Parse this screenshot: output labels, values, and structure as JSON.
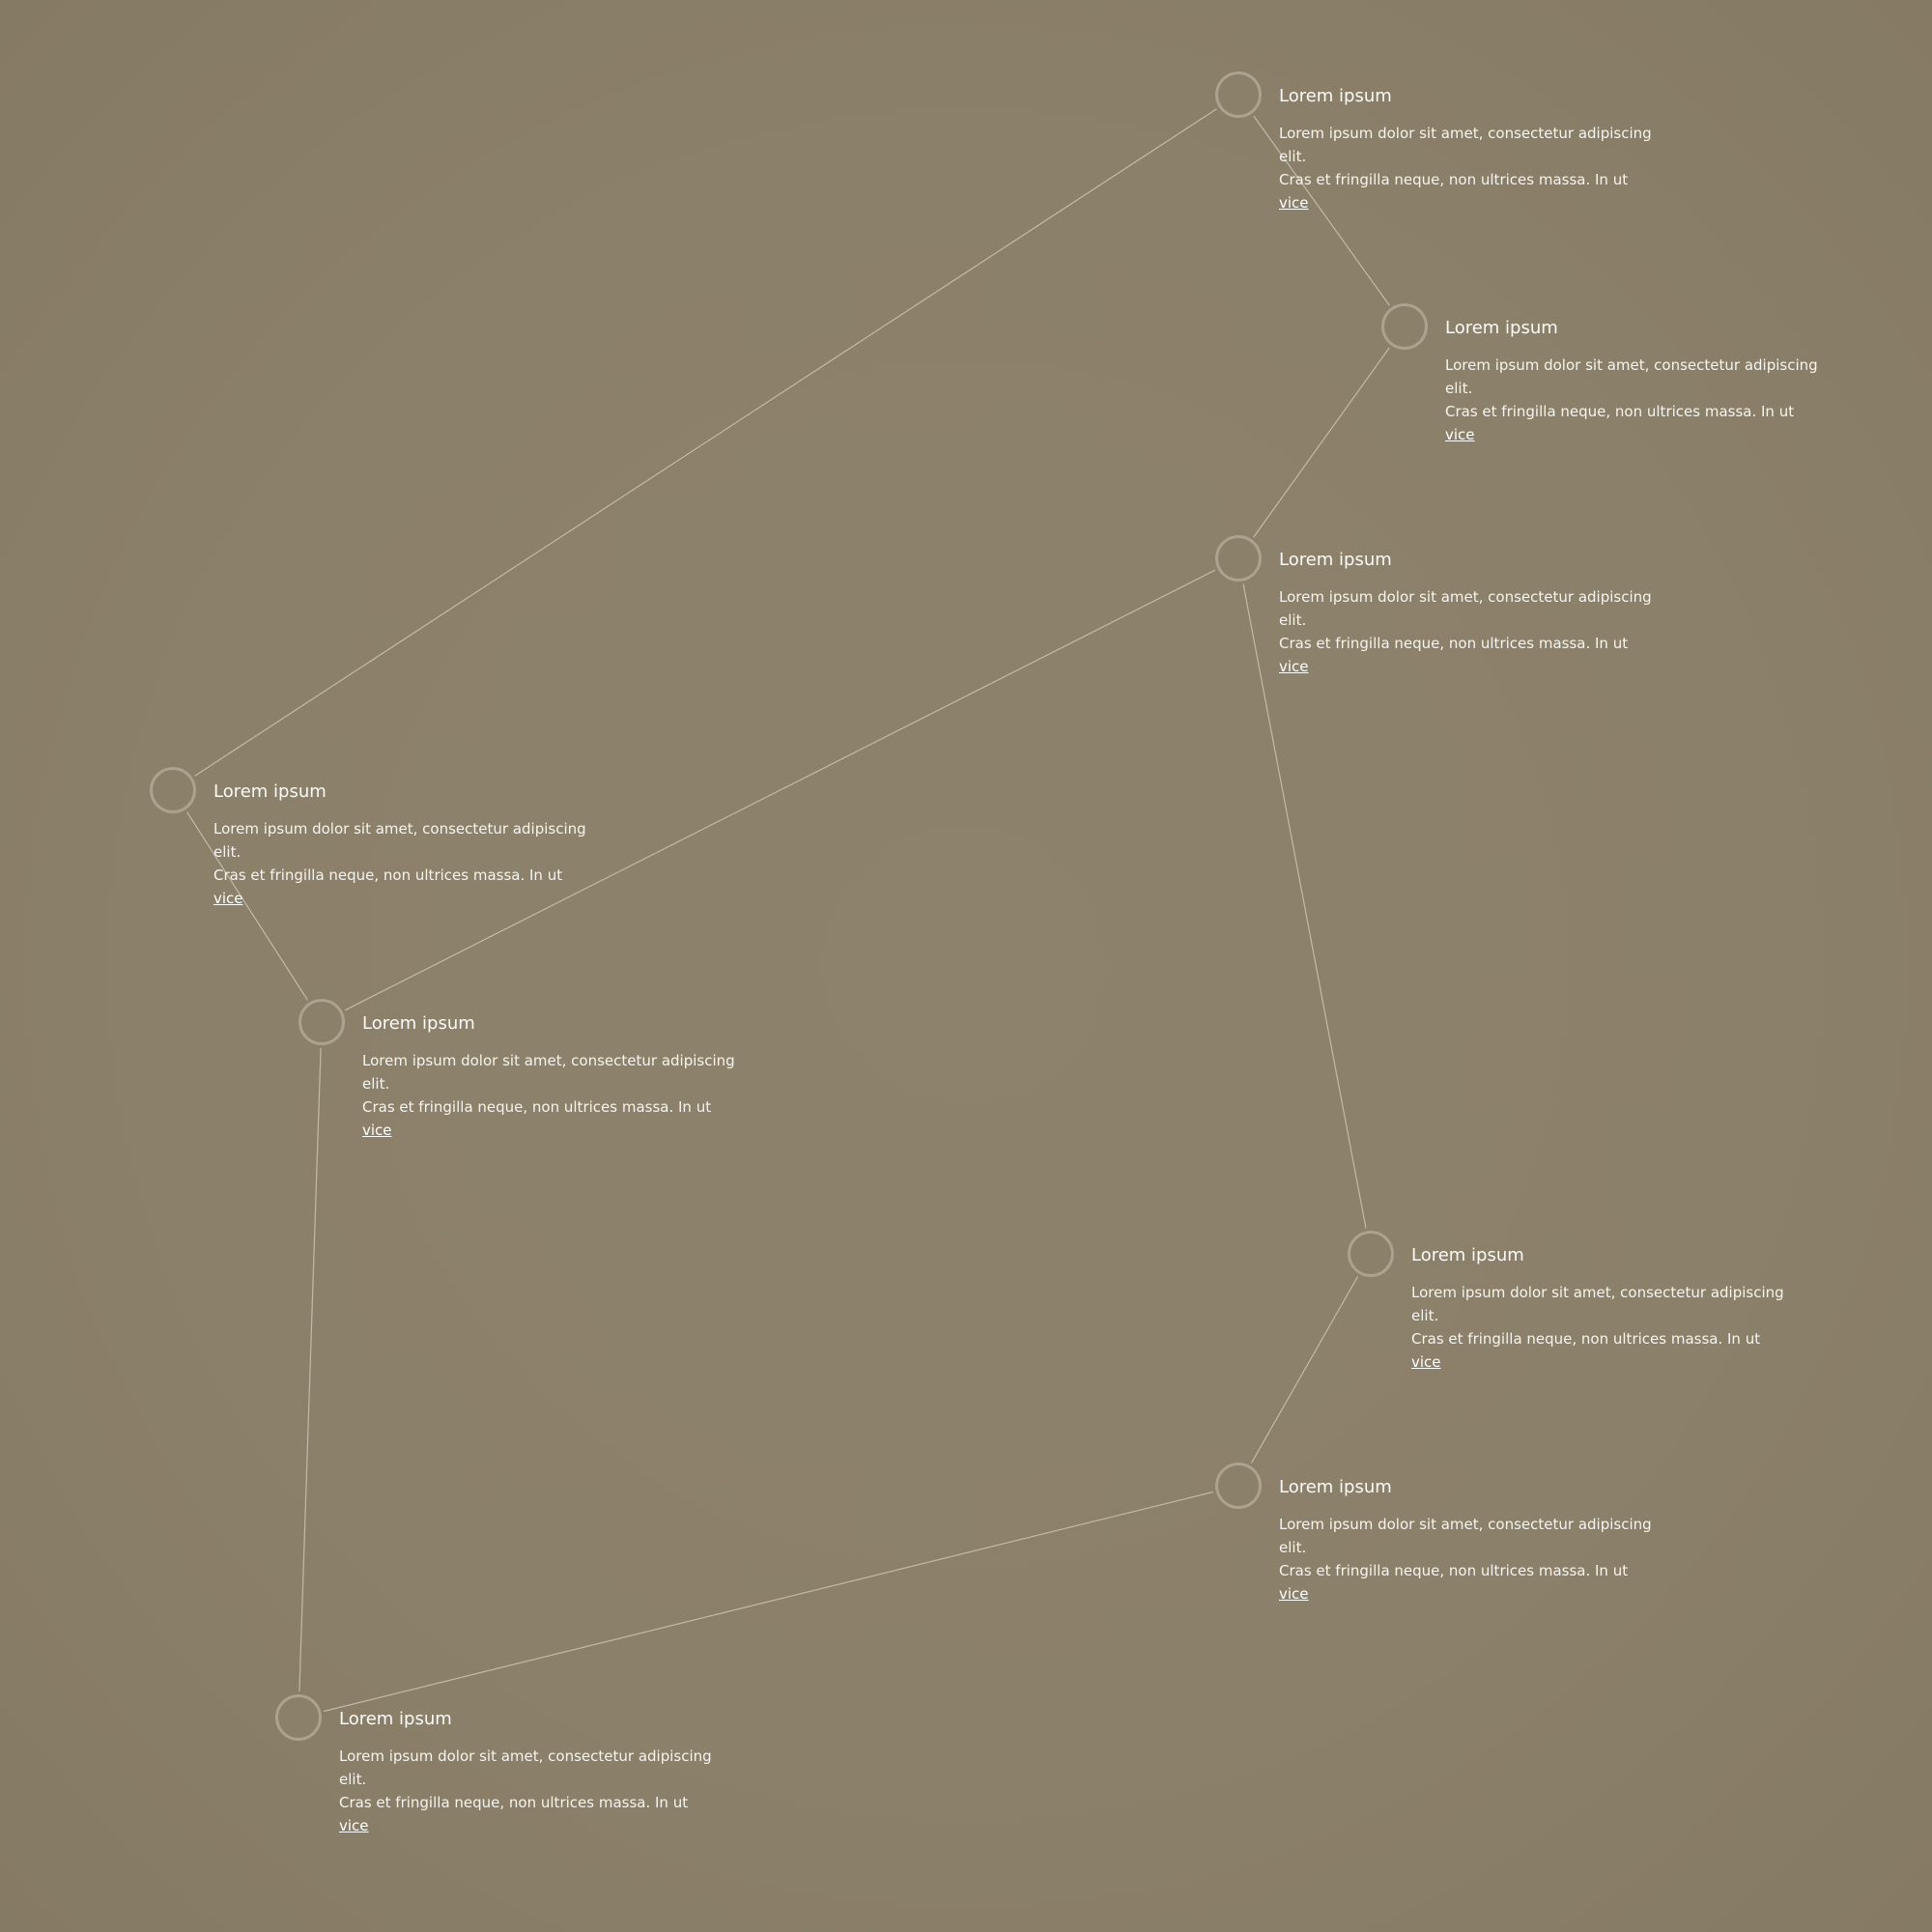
{
  "colors": {
    "background": "#8b806a",
    "line": "#cbc4b4",
    "ring": "#aba28f",
    "text": "#ffffff"
  },
  "nodes": [
    {
      "id": "n1",
      "title": "Lorem ipsum",
      "line1": "Lorem ipsum dolor sit amet, consectetur adipiscing elit.",
      "line2": "Cras et fringilla neque, non ultrices massa. In ut",
      "link": "vice"
    },
    {
      "id": "n2",
      "title": "Lorem ipsum",
      "line1": "Lorem ipsum dolor sit amet, consectetur adipiscing elit.",
      "line2": "Cras et fringilla neque, non ultrices massa. In ut",
      "link": "vice"
    },
    {
      "id": "n3",
      "title": "Lorem ipsum",
      "line1": "Lorem ipsum dolor sit amet, consectetur adipiscing elit.",
      "line2": "Cras et fringilla neque, non ultrices massa. In ut",
      "link": "vice"
    },
    {
      "id": "n4",
      "title": "Lorem ipsum",
      "line1": "Lorem ipsum dolor sit amet, consectetur adipiscing elit.",
      "line2": "Cras et fringilla neque, non ultrices massa. In ut",
      "link": "vice"
    },
    {
      "id": "n5",
      "title": "Lorem ipsum",
      "line1": "Lorem ipsum dolor sit amet, consectetur adipiscing elit.",
      "line2": "Cras et fringilla neque, non ultrices massa. In ut",
      "link": "vice"
    },
    {
      "id": "n6",
      "title": "Lorem ipsum",
      "line1": "Lorem ipsum dolor sit amet, consectetur adipiscing elit.",
      "line2": "Cras et fringilla neque, non ultrices massa. In ut",
      "link": "vice"
    },
    {
      "id": "n7",
      "title": "Lorem ipsum",
      "line1": "Lorem ipsum dolor sit amet, consectetur adipiscing elit.",
      "line2": "Cras et fringilla neque, non ultrices massa. In ut",
      "link": "vice"
    },
    {
      "id": "n8",
      "title": "Lorem ipsum",
      "line1": "Lorem ipsum dolor sit amet, consectetur adipiscing elit.",
      "line2": "Cras et fringilla neque, non ultrices massa. In ut",
      "link": "vice"
    }
  ],
  "edges": [
    [
      "n1",
      "n2"
    ],
    [
      "n2",
      "n3"
    ],
    [
      "n3",
      "n6"
    ],
    [
      "n6",
      "n7"
    ],
    [
      "n7",
      "n8"
    ],
    [
      "n8",
      "n5"
    ],
    [
      "n5",
      "n4"
    ],
    [
      "n4",
      "n1"
    ],
    [
      "n5",
      "n3"
    ]
  ]
}
